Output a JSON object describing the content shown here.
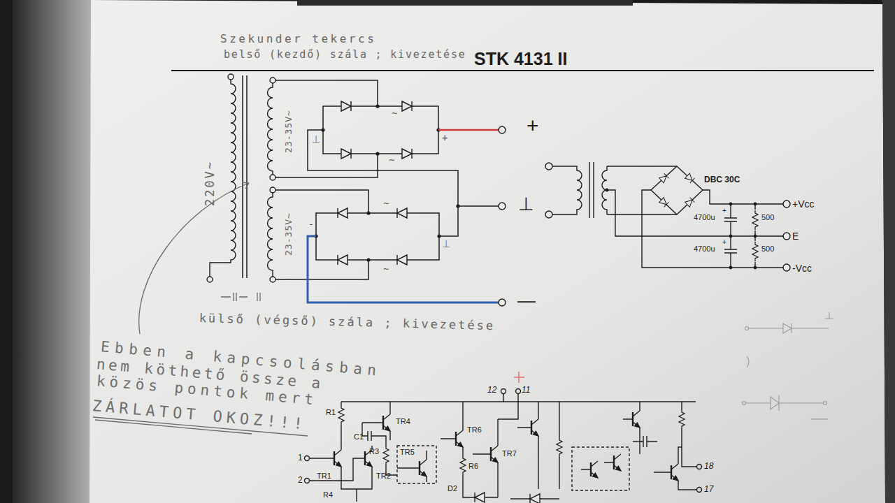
{
  "diagram": {
    "title": "STK 4131 II",
    "labels": [
      "Szekunder tekercs",
      "belső (kezdő) szála ; kivezetése",
      "220V~",
      "23-35V~",
      "23-35V~",
      "~",
      "~",
      "+",
      "⊥",
      "~",
      "~",
      "-",
      "⊥",
      "+",
      "⊥",
      "—",
      "külső (végső) szála ; kivezetése",
      "DBC 30C",
      "4700u",
      "+",
      "500",
      "4700u",
      "+",
      "500",
      "+Vcc",
      "E",
      "-Vcc",
      "Ebben a kapcsolásban",
      "nem köthető össze a",
      "közös pontok mert",
      "ZÁRLATOT OKOZ!!!",
      "12",
      "11",
      "R1",
      "TR4",
      "C1",
      "R3",
      "TR5",
      "TR6",
      "TR7",
      "R6",
      "D2",
      "1",
      "TR1",
      "TR2",
      "2",
      "R4",
      "18",
      "17"
    ]
  }
}
